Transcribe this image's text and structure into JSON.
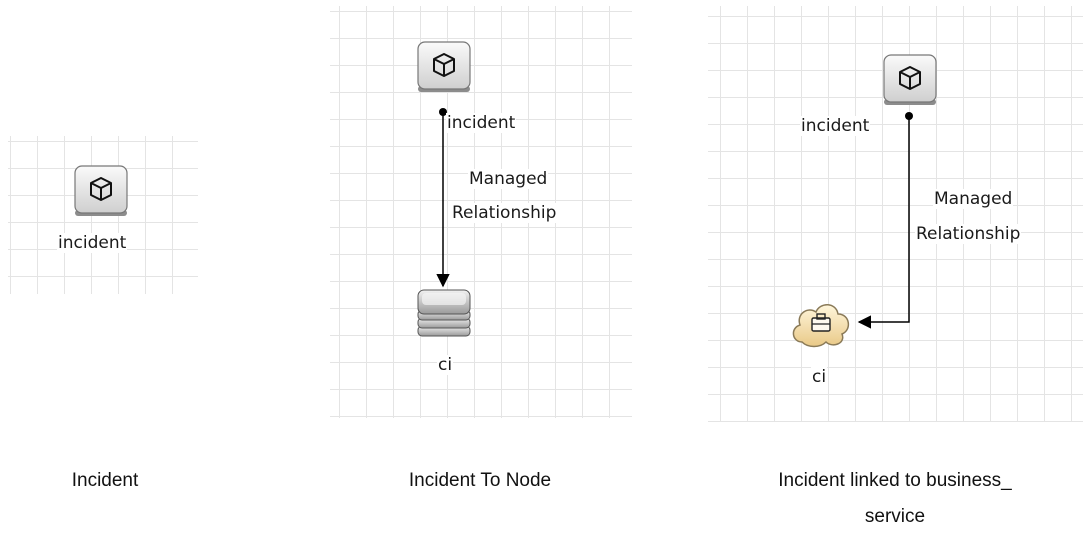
{
  "diagrams": [
    {
      "caption": "Incident",
      "nodes": [
        {
          "label": "incident",
          "icon": "incident-cube-icon"
        }
      ]
    },
    {
      "caption": "Incident To Node",
      "nodes": [
        {
          "label": "incident",
          "icon": "incident-cube-icon"
        },
        {
          "label": "ci",
          "icon": "node-stack-icon"
        }
      ],
      "edge": {
        "label_line1": "Managed",
        "label_line2": "Relationship"
      }
    },
    {
      "caption": "Incident linked to business_ service",
      "caption_line1": "Incident linked to business_",
      "caption_line2": "service",
      "nodes": [
        {
          "label": "incident",
          "icon": "incident-cube-icon"
        },
        {
          "label": "ci",
          "icon": "business-service-cloud-icon"
        }
      ],
      "edge": {
        "label_line1": "Managed",
        "label_line2": "Relationship"
      }
    }
  ],
  "colors": {
    "grid": "#e4e4e4",
    "edge": "#000000",
    "node_fill": "#e6e6e6",
    "service_fill": "#f6e3b4"
  }
}
